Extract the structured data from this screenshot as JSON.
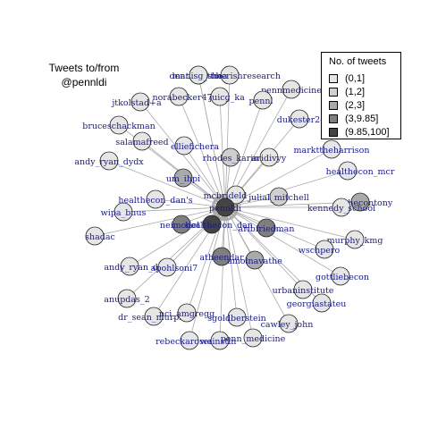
{
  "title_lines": [
    "Tweets to/from",
    "@pennldi"
  ],
  "legend": {
    "title": "No. of tweets",
    "items": [
      {
        "label": "(0,1]",
        "color": "#e6e6e6"
      },
      {
        "label": "(1,2]",
        "color": "#cfcfcf"
      },
      {
        "label": "(2,3]",
        "color": "#aaaaaa"
      },
      {
        "label": "(3,9.85]",
        "color": "#7f7f7f"
      },
      {
        "label": "(9.85,100]",
        "color": "#444444"
      }
    ]
  },
  "center": "pennldi",
  "edge_color": "#aaaaaa",
  "nodes": [
    {
      "label": "mattxsutton",
      "cls": 0
    },
    {
      "label": "cherishresearch",
      "cls": 0
    },
    {
      "label": "norabecker47",
      "cls": 0
    },
    {
      "label": "jtkolstad+a",
      "cls": 0
    },
    {
      "label": "juicg_ka",
      "cls": 0
    },
    {
      "label": "pennmedicine",
      "cls": 0
    },
    {
      "label": "pennl",
      "cls": 0
    },
    {
      "label": "dukester24",
      "cls": 0
    },
    {
      "label": "bruceschackman",
      "cls": 0
    },
    {
      "label": "salamafreed",
      "cls": 0
    },
    {
      "label": "elliefichera",
      "cls": 0
    },
    {
      "label": "markttheharrison",
      "cls": 0
    },
    {
      "label": "rhodes_karin",
      "cls": 1
    },
    {
      "label": "aridivyy",
      "cls": 0
    },
    {
      "label": "andy_ryan_dydx",
      "cls": 0
    },
    {
      "label": "healthecon_mcr",
      "cls": 0
    },
    {
      "label": "um_ihpi",
      "cls": 2
    },
    {
      "label": "healthecon_dan's",
      "cls": 0
    },
    {
      "label": "julial_mitchell",
      "cls": 1
    },
    {
      "label": "ashecontony",
      "cls": 2
    },
    {
      "label": "kennedy_school",
      "cls": 0
    },
    {
      "label": "wipa_buus",
      "cls": 0
    },
    {
      "label": "mcbrideld",
      "cls": 0
    },
    {
      "label": "pennldi",
      "cls": 4
    },
    {
      "label": "neimodel",
      "cls": 3
    },
    {
      "label": "healthecon_dan",
      "cls": 4
    },
    {
      "label": "aribfriedman",
      "cls": 3
    },
    {
      "label": "shadac",
      "cls": 0
    },
    {
      "label": "murphy_kmg",
      "cls": 0
    },
    {
      "label": "wschpero",
      "cls": 0
    },
    {
      "label": "atheendar",
      "cls": 3
    },
    {
      "label": "amolnavathe",
      "cls": 2
    },
    {
      "label": "andy_ryan_dydx",
      "cls": 0
    },
    {
      "label": "apohlsoni7",
      "cls": 0
    },
    {
      "label": "gottliebecon",
      "cls": 0
    },
    {
      "label": "urbaninstitute",
      "cls": 0
    },
    {
      "label": "anupdas_2",
      "cls": 0
    },
    {
      "label": "georgiastateu",
      "cls": 0
    },
    {
      "label": "dr_sean_murphy",
      "cls": 0
    },
    {
      "label": "nci_amgregg",
      "cls": 0
    },
    {
      "label": "sgoldberstein",
      "cls": 0
    },
    {
      "label": "cawley_john",
      "cls": 0
    },
    {
      "label": "rebeckarosenqu1",
      "cls": 0
    },
    {
      "label": "weinstin",
      "cls": 0
    },
    {
      "label": "penn_medicine",
      "cls": 0
    },
    {
      "label": "dennisg_shea",
      "cls": 0
    }
  ]
}
